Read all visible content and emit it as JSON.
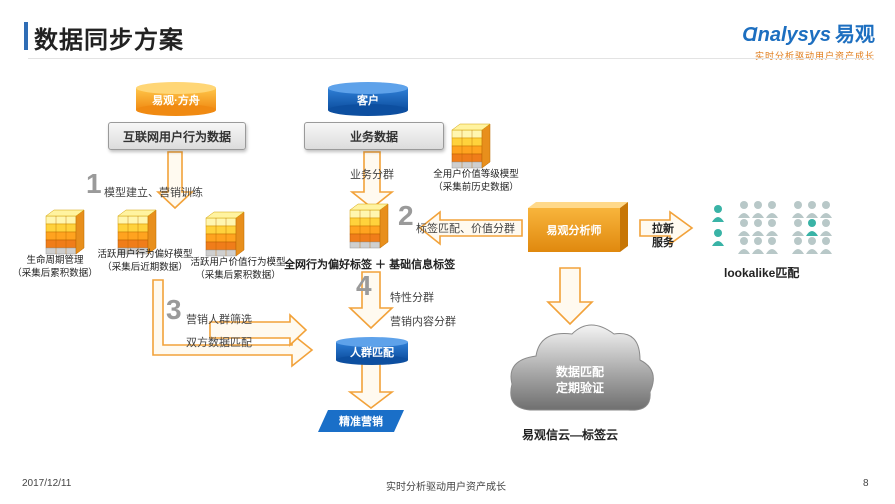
{
  "header": {
    "title": "数据同步方案",
    "logo_text": "nalysys",
    "logo_cn": "易观",
    "logo_slogan": "实时分析驱动用户资产成长"
  },
  "sources": {
    "yiguan": {
      "label": "易观·方舟",
      "ribbon": "互联网用户行为数据"
    },
    "client": {
      "label": "客户",
      "ribbon": "业务数据"
    }
  },
  "steps": {
    "s1": {
      "num": "1",
      "text": "模型建立、营销训练"
    },
    "s2": {
      "num": "2",
      "text": "标签匹配、价值分群"
    },
    "s3": {
      "num": "3",
      "text1": "营销人群筛选",
      "text2": "双方数据匹配"
    },
    "s4": {
      "num": "4",
      "text1": "特性分群",
      "text2": "营销内容分群"
    }
  },
  "models": {
    "lifecycle": {
      "line1": "生命周期管理",
      "line2": "（采集后累积数据）"
    },
    "active_pref": {
      "line1": "活跃用户行为偏好模型",
      "line2": "（采集后近期数据）"
    },
    "active_value": {
      "line1": "活跃用户价值行为模型",
      "line2": "（采集后累积数据）"
    },
    "all_value": {
      "line1": "全用户价值等级模型",
      "line2": "（采集前历史数据）"
    }
  },
  "labels": {
    "business_group": "业务分群",
    "tags": "全网行为偏好标签 ＋ 基础信息标签",
    "analyst": "易观分析师",
    "lashin_1": "拉新",
    "lashin_2": "服务",
    "lookalike": "lookalike匹配",
    "people_match": "人群匹配",
    "precision": "精准营销",
    "cloud_1": "数据匹配",
    "cloud_2": "定期验证",
    "cloud_caption": "易观信云—标签云"
  },
  "footer": {
    "date": "2017/12/11",
    "center": "实时分析驱动用户资产成长",
    "page": "8"
  }
}
